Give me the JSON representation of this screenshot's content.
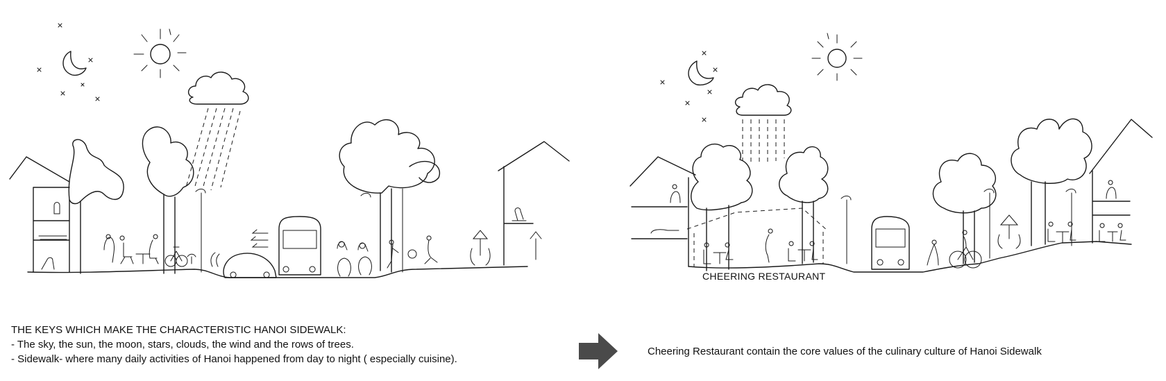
{
  "left_sketch": {
    "title": ""
  },
  "right_sketch": {
    "restaurant_label": "CHEERING RESTAURANT"
  },
  "keys": {
    "heading": "THE KEYS WHICH MAKE THE CHARACTERISTIC HANOI SIDEWALK:",
    "line_1": "- The sky, the sun, the moon, stars, clouds, the wind and the rows of trees.",
    "line_2": "- Sidewalk- where many daily activities of Hanoi happened from day to night ( especially cuisine)."
  },
  "conclusion": {
    "text": "Cheering Restaurant contain the core values of the culinary culture of Hanoi Sidewalk"
  },
  "colors": {
    "ink": "#1a1a1a",
    "arrow": "#4a4a4a",
    "background": "#ffffff"
  },
  "icons": {
    "arrow": "arrow-right-icon"
  }
}
